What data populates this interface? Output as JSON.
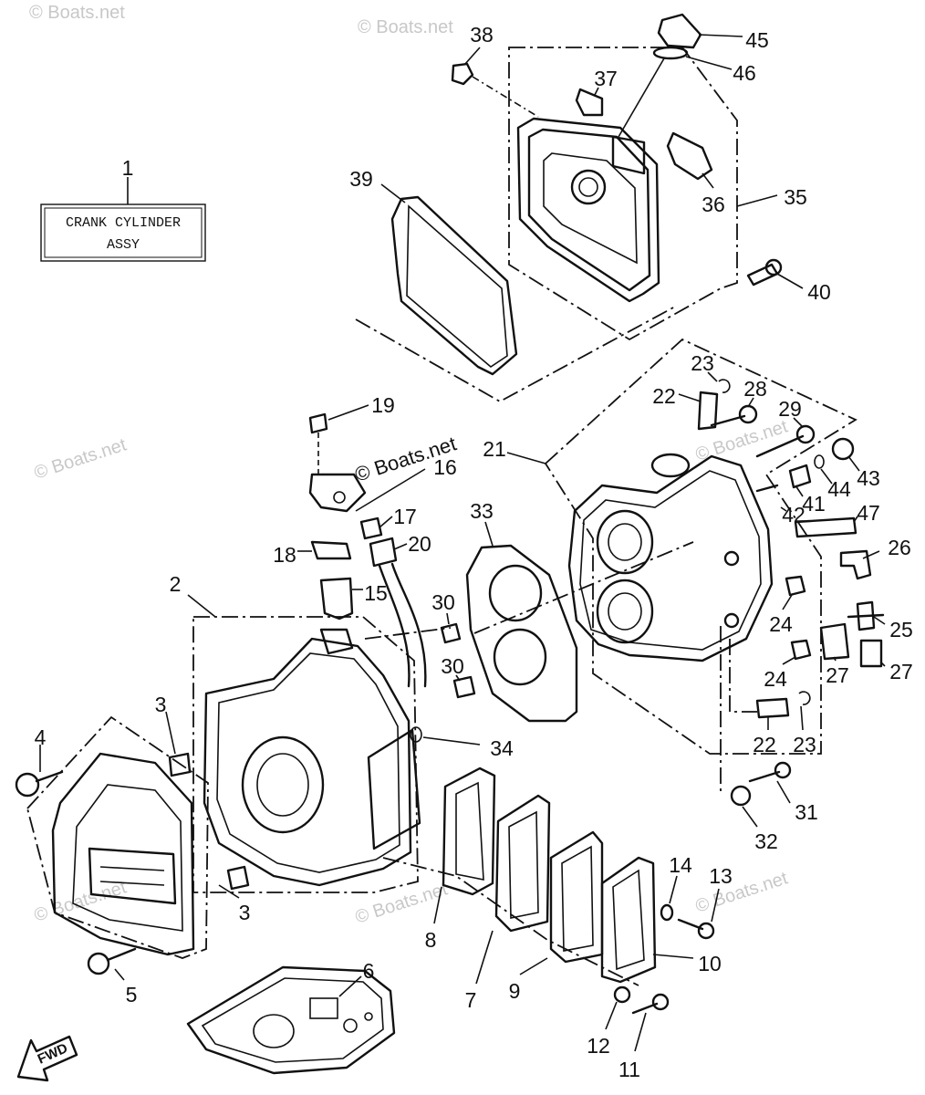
{
  "assembly_box": {
    "line1": "CRANK CYLINDER",
    "line2": "ASSY",
    "ref": "1"
  },
  "fwd_label": "FWD",
  "watermark": "© Boats.net",
  "callouts": [
    {
      "id": "1",
      "label": "1"
    },
    {
      "id": "2",
      "label": "2"
    },
    {
      "id": "3a",
      "label": "3"
    },
    {
      "id": "3b",
      "label": "3"
    },
    {
      "id": "4",
      "label": "4"
    },
    {
      "id": "5",
      "label": "5"
    },
    {
      "id": "6",
      "label": "6"
    },
    {
      "id": "7",
      "label": "7"
    },
    {
      "id": "8",
      "label": "8"
    },
    {
      "id": "9",
      "label": "9"
    },
    {
      "id": "10",
      "label": "10"
    },
    {
      "id": "11",
      "label": "11"
    },
    {
      "id": "12",
      "label": "12"
    },
    {
      "id": "13",
      "label": "13"
    },
    {
      "id": "14",
      "label": "14"
    },
    {
      "id": "15",
      "label": "15"
    },
    {
      "id": "16",
      "label": "16"
    },
    {
      "id": "17",
      "label": "17"
    },
    {
      "id": "18",
      "label": "18"
    },
    {
      "id": "19",
      "label": "19"
    },
    {
      "id": "20",
      "label": "20"
    },
    {
      "id": "21",
      "label": "21"
    },
    {
      "id": "22a",
      "label": "22"
    },
    {
      "id": "22b",
      "label": "22"
    },
    {
      "id": "23a",
      "label": "23"
    },
    {
      "id": "23b",
      "label": "23"
    },
    {
      "id": "24a",
      "label": "24"
    },
    {
      "id": "24b",
      "label": "24"
    },
    {
      "id": "25",
      "label": "25"
    },
    {
      "id": "26",
      "label": "26"
    },
    {
      "id": "27a",
      "label": "27"
    },
    {
      "id": "27b",
      "label": "27"
    },
    {
      "id": "28",
      "label": "28"
    },
    {
      "id": "29",
      "label": "29"
    },
    {
      "id": "30a",
      "label": "30"
    },
    {
      "id": "30b",
      "label": "30"
    },
    {
      "id": "31",
      "label": "31"
    },
    {
      "id": "32",
      "label": "32"
    },
    {
      "id": "33",
      "label": "33"
    },
    {
      "id": "34",
      "label": "34"
    },
    {
      "id": "35",
      "label": "35"
    },
    {
      "id": "36",
      "label": "36"
    },
    {
      "id": "37",
      "label": "37"
    },
    {
      "id": "38",
      "label": "38"
    },
    {
      "id": "39",
      "label": "39"
    },
    {
      "id": "40",
      "label": "40"
    },
    {
      "id": "41",
      "label": "41"
    },
    {
      "id": "42",
      "label": "42"
    },
    {
      "id": "43",
      "label": "43"
    },
    {
      "id": "44",
      "label": "44"
    },
    {
      "id": "45",
      "label": "45"
    },
    {
      "id": "46",
      "label": "46"
    },
    {
      "id": "47",
      "label": "47"
    }
  ]
}
